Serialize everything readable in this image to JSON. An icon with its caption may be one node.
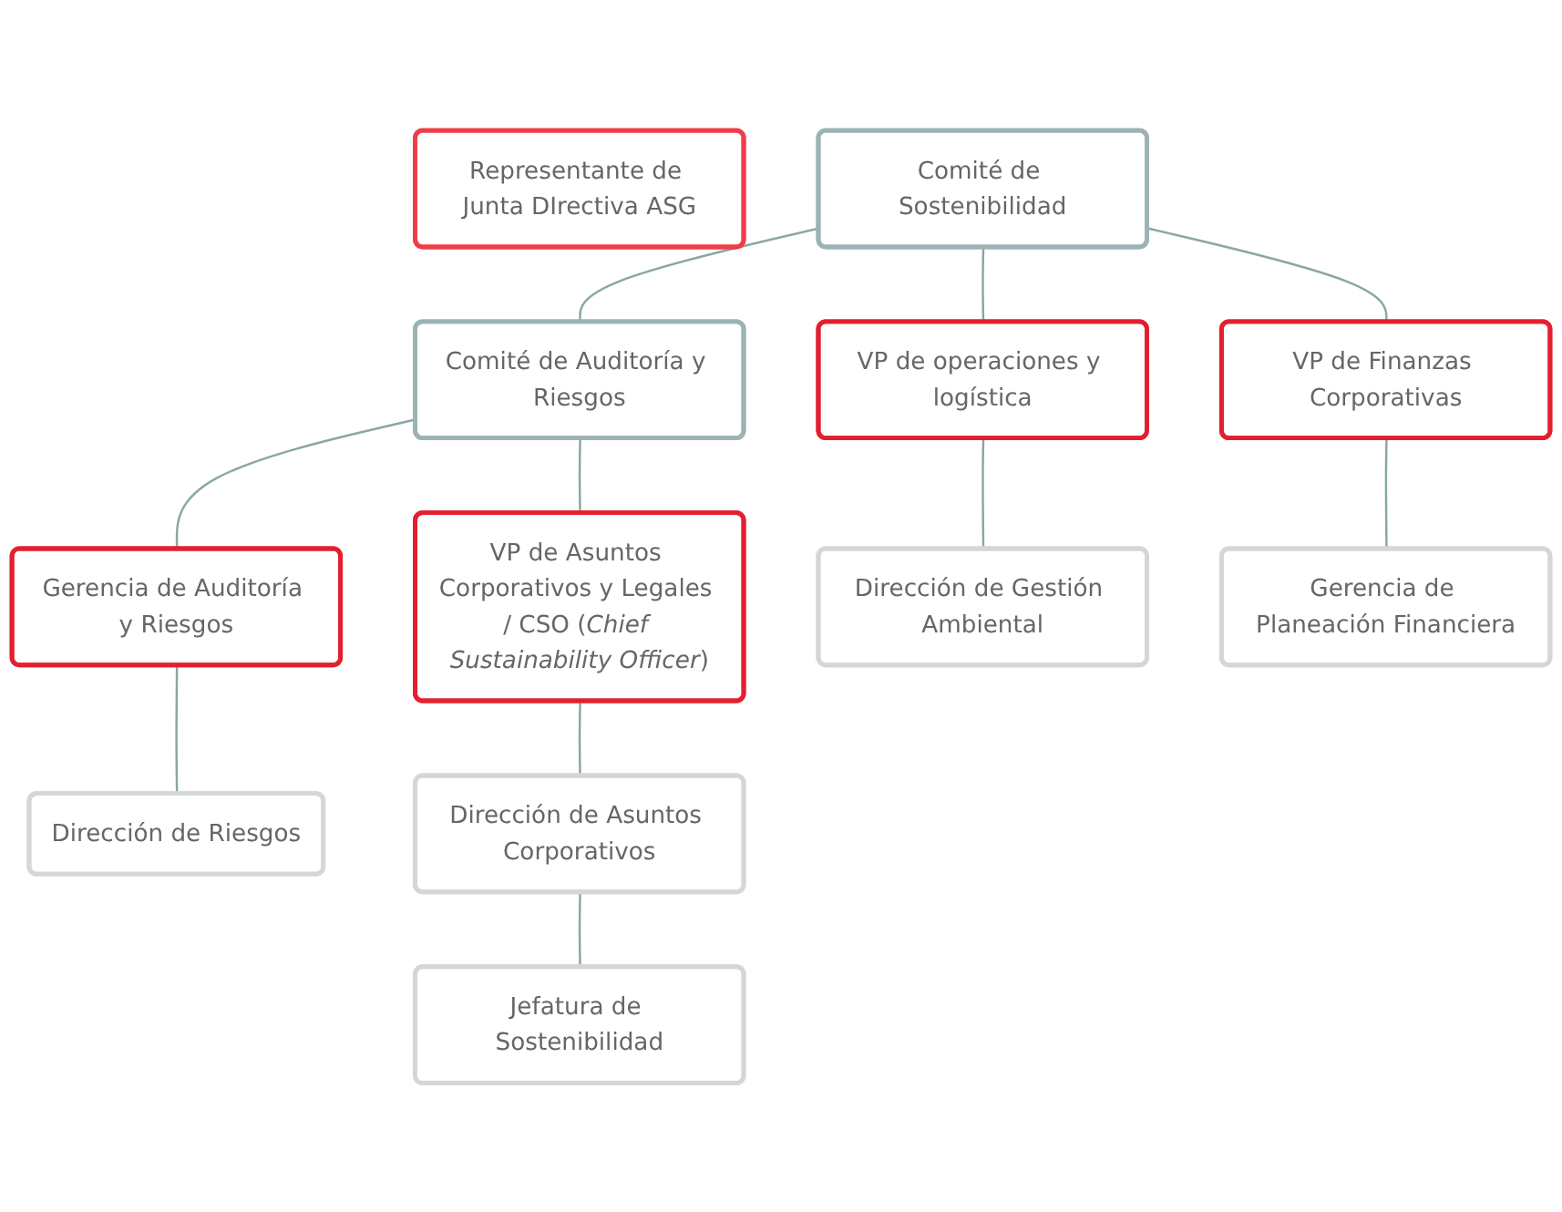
{
  "diagram": {
    "nodes": [
      {
        "text": [
          "Representante de Junta DIrectiva ASG"
        ]
      },
      {
        "text": [
          "Comité de Sostenibilidad"
        ]
      },
      {
        "text": [
          "Comité de Auditoría y Riesgos"
        ]
      },
      {
        "text": [
          "VP de operaciones y logística"
        ]
      },
      {
        "text": [
          "VP de Finanzas Corporativas"
        ]
      },
      {
        "text": [
          "Gerencia de Auditoría y Riesgos"
        ]
      },
      {
        "text": [
          "VP de Asuntos Corporativos y Legales / CSO (*Chief Sustainability Officer*)"
        ]
      },
      {
        "text": [
          "Dirección de Gestión Ambiental"
        ]
      },
      {
        "text": [
          "Gerencia de Planeación Financiera"
        ]
      },
      {
        "text": [
          "Dirección de Riesgos"
        ]
      },
      {
        "text": [
          "Dirección de Asuntos Corporativos"
        ]
      },
      {
        "text": [
          "Jefatura de Sostenibilidad"
        ]
      }
    ],
    "edges": [
      {
        "from": 1,
        "to": 2,
        "arrow": "none"
      },
      {
        "from": 1,
        "to": 3,
        "arrow": "none"
      },
      {
        "from": 1,
        "to": 4,
        "arrow": "none"
      },
      {
        "from": 2,
        "to": 5,
        "arrow": "none"
      },
      {
        "from": 2,
        "to": 6,
        "arrow": "none"
      },
      {
        "from": 3,
        "to": 7,
        "arrow": "none"
      },
      {
        "from": 4,
        "to": 8,
        "arrow": "none"
      },
      {
        "from": 5,
        "to": 9,
        "arrow": "none"
      },
      {
        "from": 6,
        "to": 10,
        "arrow": "none"
      },
      {
        "from": 10,
        "to": 11,
        "arrow": "none"
      }
    ]
  }
}
